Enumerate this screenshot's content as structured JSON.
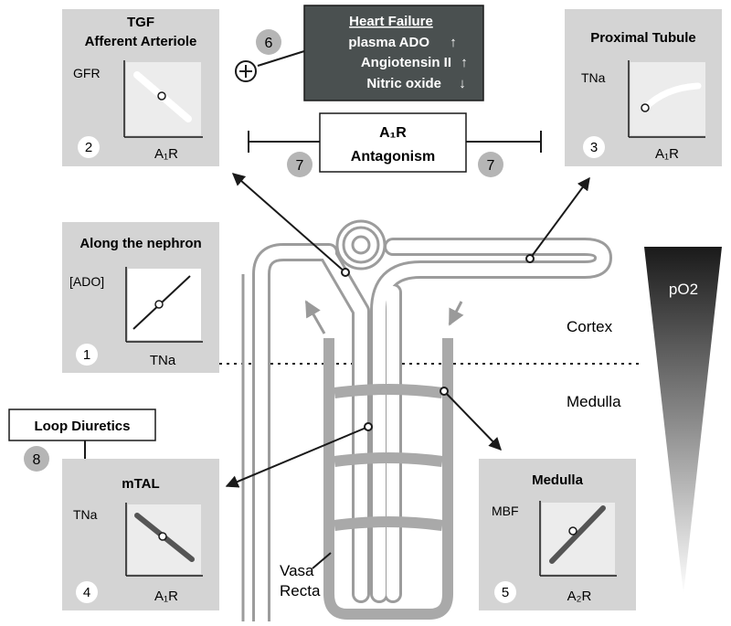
{
  "heart_failure": {
    "title": "Heart Failure",
    "items": [
      {
        "text": "plasma ADO",
        "arrow": "↑"
      },
      {
        "text": "Angiotensin II",
        "arrow": "↑"
      },
      {
        "text": "Nitric oxide",
        "arrow": "↓"
      }
    ]
  },
  "antagonism": {
    "line1": "A₁R",
    "line2": "Antagonism"
  },
  "badges": {
    "one": "1",
    "two": "2",
    "three": "3",
    "four": "4",
    "five": "5",
    "six": "6",
    "seven": "7",
    "eight": "8"
  },
  "plus_sign": "+",
  "panels": {
    "tgf": {
      "title1": "TGF",
      "title2": "Afferent Arteriole",
      "ylabel": "GFR",
      "xlabel": "A₁R"
    },
    "proximal": {
      "title": "Proximal Tubule",
      "ylabel": "TNa",
      "xlabel": "A₁R"
    },
    "nephron": {
      "title": "Along the nephron",
      "ylabel": "[ADO]",
      "xlabel": "TNa"
    },
    "mtal": {
      "title": "mTAL",
      "ylabel": "TNa",
      "xlabel": "A₁R"
    },
    "medulla": {
      "title": "Medulla",
      "ylabel": "MBF",
      "xlabel": "A₂R"
    }
  },
  "loop_diuretics": "Loop Diuretics",
  "regions": {
    "cortex": "Cortex",
    "medulla": "Medulla"
  },
  "po2": "pO2",
  "vasa_recta": {
    "line1": "Vasa",
    "line2": "Recta"
  },
  "colors": {
    "panel": "#d4d4d4",
    "heart_failure_box": "#4a5050",
    "badge": "#b5b5b5",
    "tubule": "#a9a9a9"
  }
}
